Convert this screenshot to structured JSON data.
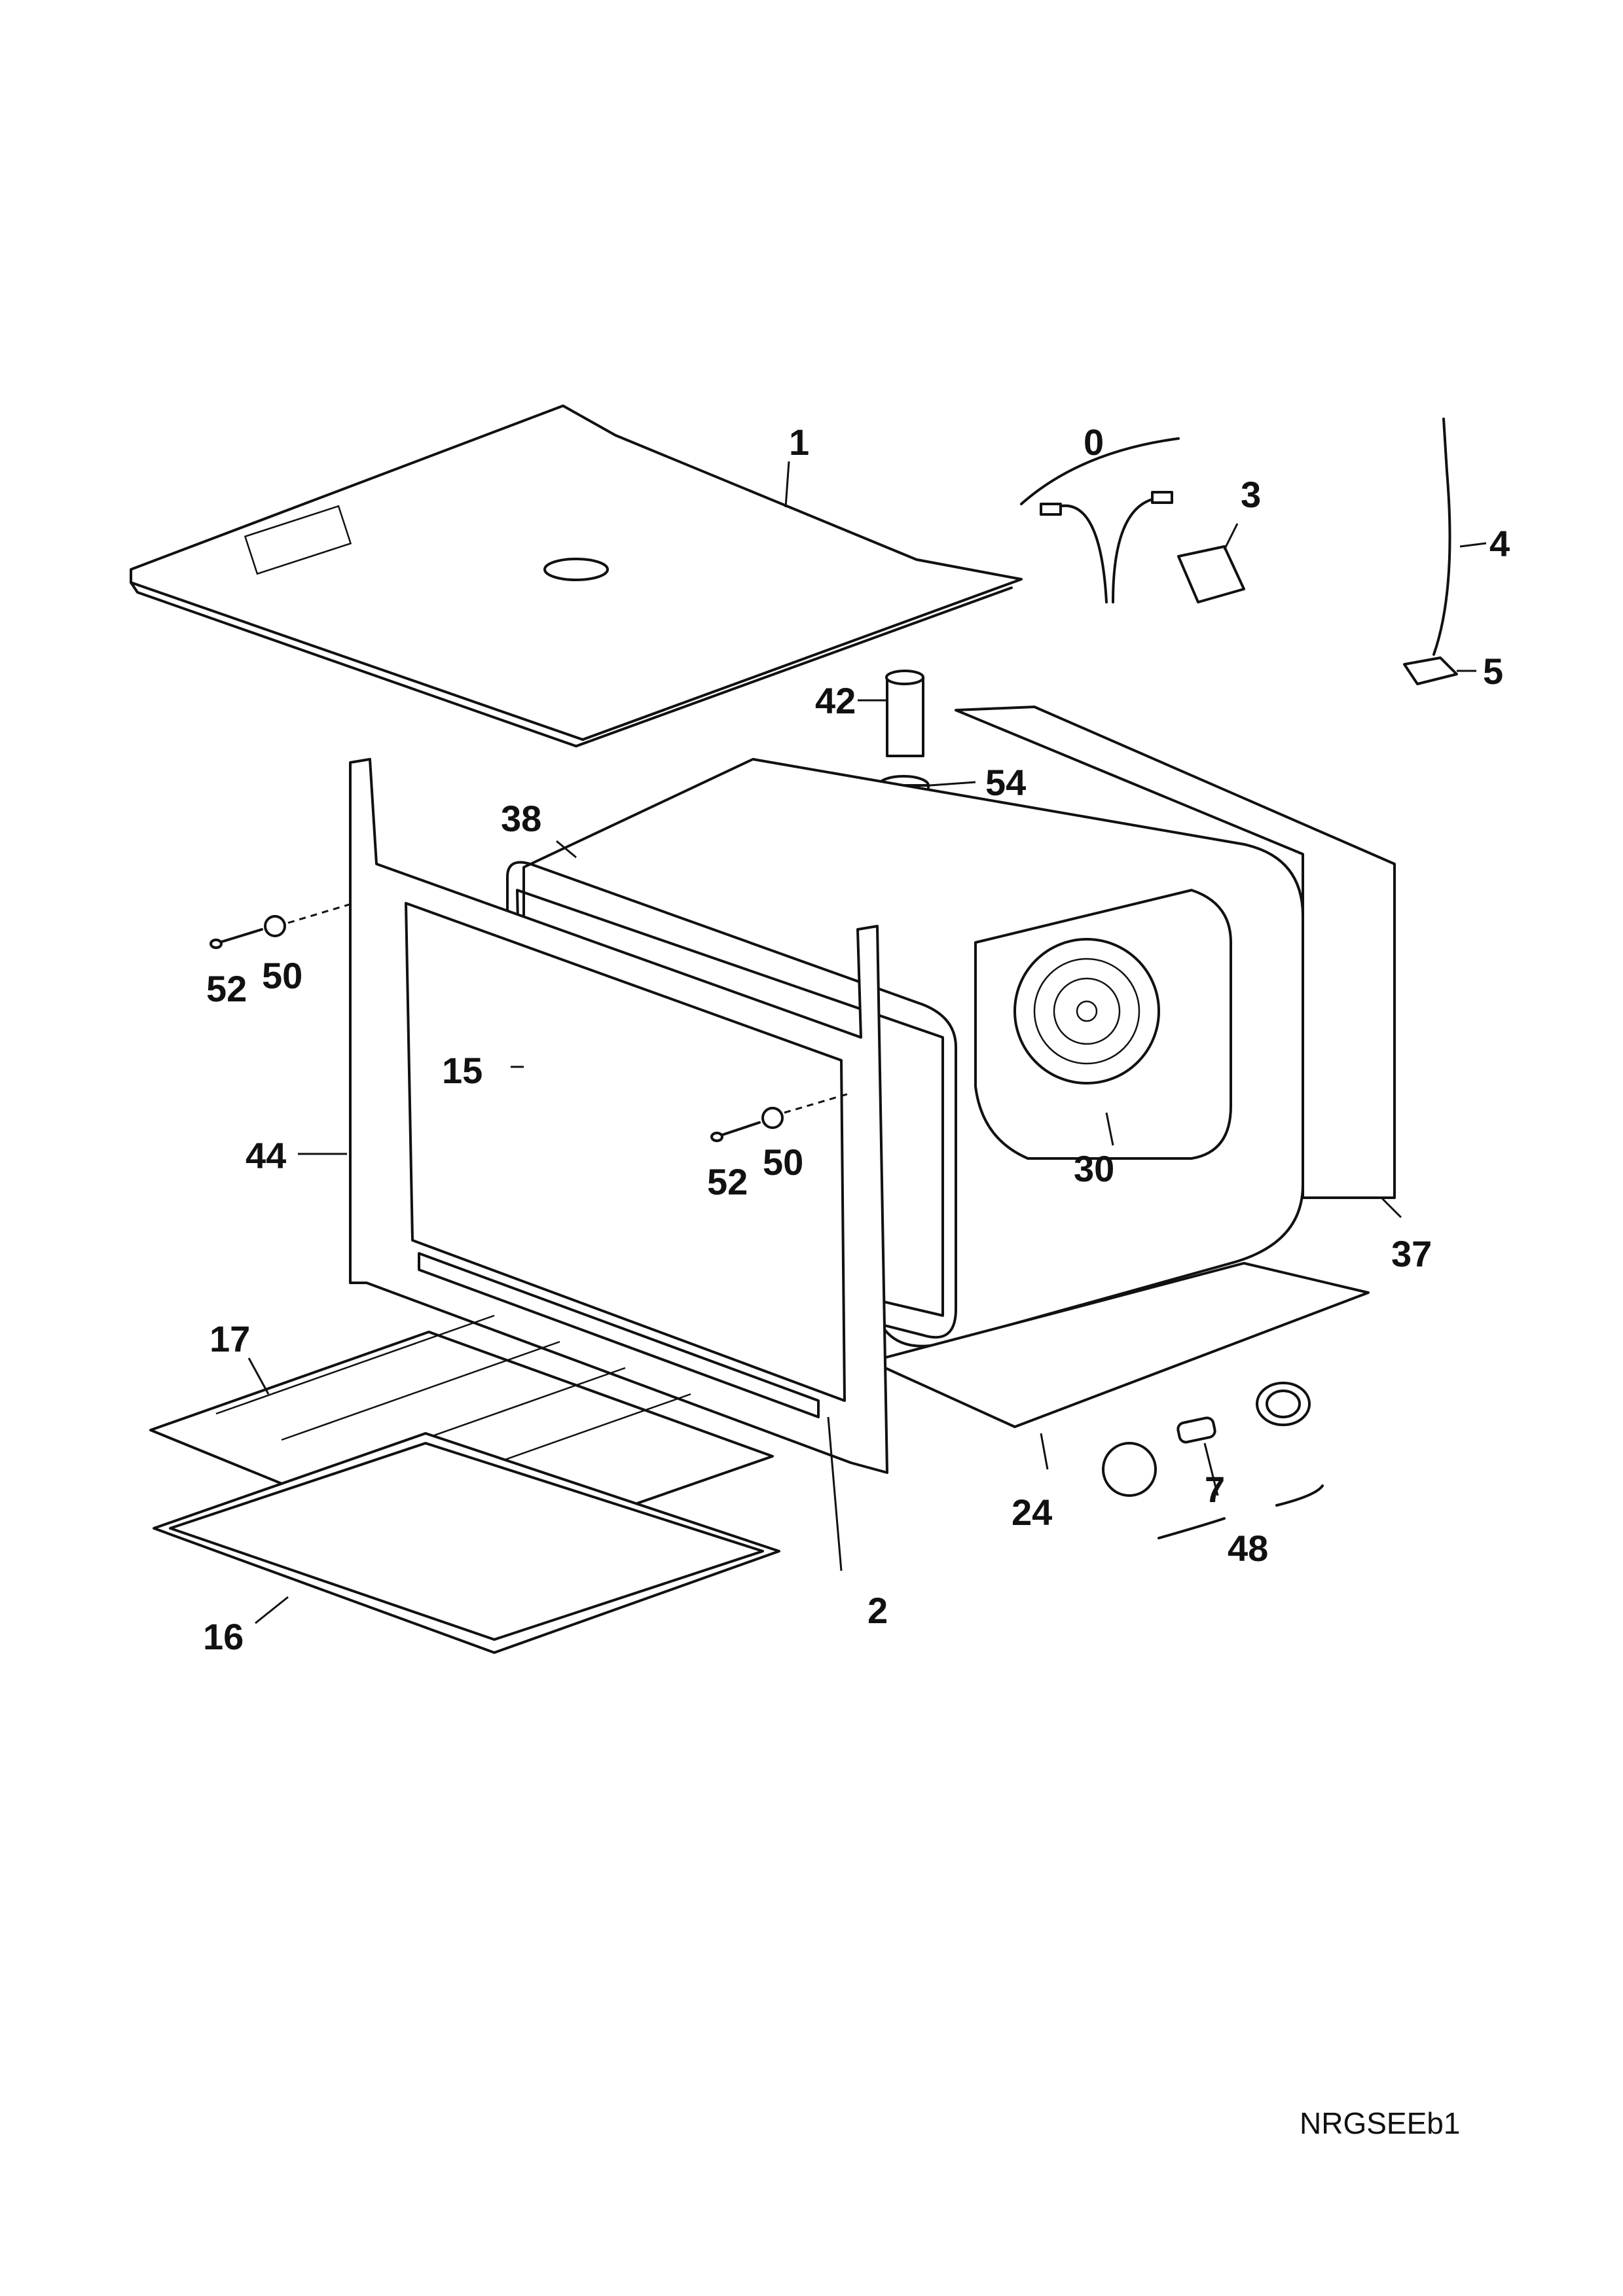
{
  "reference_code": "NRGSEEb1",
  "callouts": [
    {
      "id": "c1",
      "text": "1"
    },
    {
      "id": "c0",
      "text": "0"
    },
    {
      "id": "c3",
      "text": "3"
    },
    {
      "id": "c4",
      "text": "4"
    },
    {
      "id": "c5",
      "text": "5"
    },
    {
      "id": "c42",
      "text": "42"
    },
    {
      "id": "c54",
      "text": "54"
    },
    {
      "id": "c38",
      "text": "38"
    },
    {
      "id": "c52a",
      "text": "52"
    },
    {
      "id": "c50a",
      "text": "50"
    },
    {
      "id": "c15",
      "text": "15"
    },
    {
      "id": "c44",
      "text": "44"
    },
    {
      "id": "c52b",
      "text": "52"
    },
    {
      "id": "c50b",
      "text": "50"
    },
    {
      "id": "c30",
      "text": "30"
    },
    {
      "id": "c37",
      "text": "37"
    },
    {
      "id": "c17",
      "text": "17"
    },
    {
      "id": "c24",
      "text": "24"
    },
    {
      "id": "c7",
      "text": "7"
    },
    {
      "id": "c48",
      "text": "48"
    },
    {
      "id": "c2",
      "text": "2"
    },
    {
      "id": "c16",
      "text": "16"
    }
  ]
}
